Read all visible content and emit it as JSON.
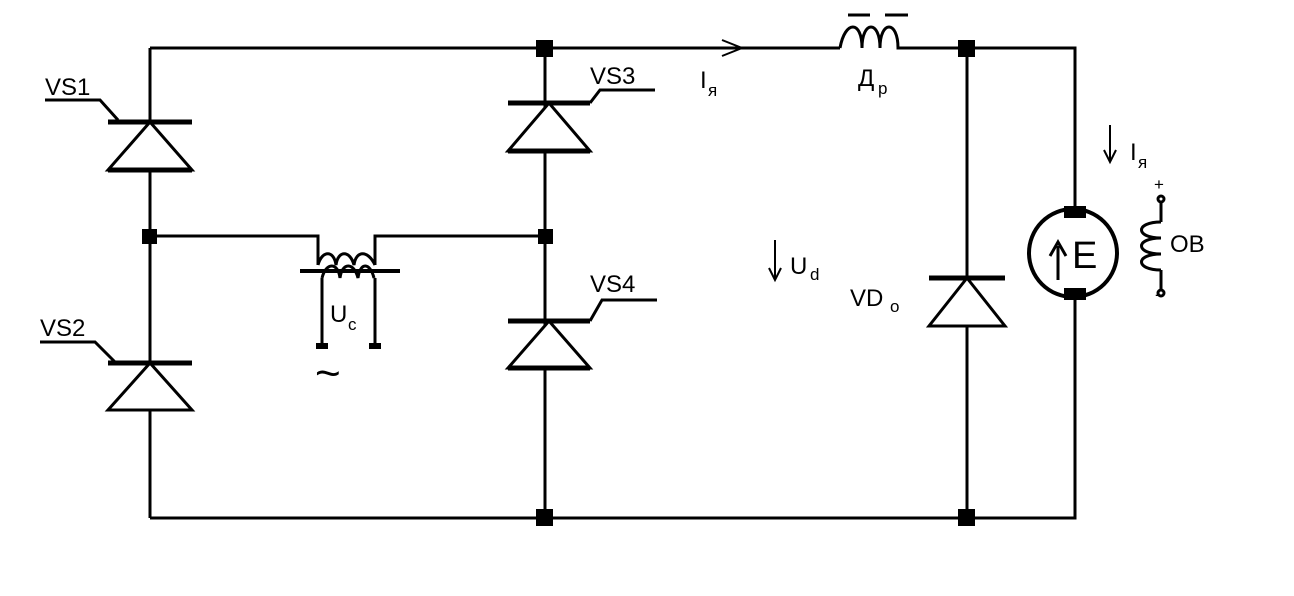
{
  "diagram": {
    "labels": {
      "vs1": "VS1",
      "vs2": "VS2",
      "vs3": "VS3",
      "vs4": "VS4",
      "current_top_main": "I",
      "current_top_sub": "я",
      "choke_main": "Д",
      "choke_sub": "р",
      "current_right_main": "I",
      "current_right_sub": "я",
      "supply_main": "U",
      "supply_sub": "c",
      "ac_symbol": "~",
      "voltage_main": "U",
      "voltage_sub": "d",
      "diode_main": "VD",
      "diode_sub": "o",
      "motor_emf": "E",
      "field_winding": "OB",
      "plus": "+",
      "minus": "-"
    },
    "colors": {
      "line": "#000000",
      "background": "#ffffff"
    }
  }
}
